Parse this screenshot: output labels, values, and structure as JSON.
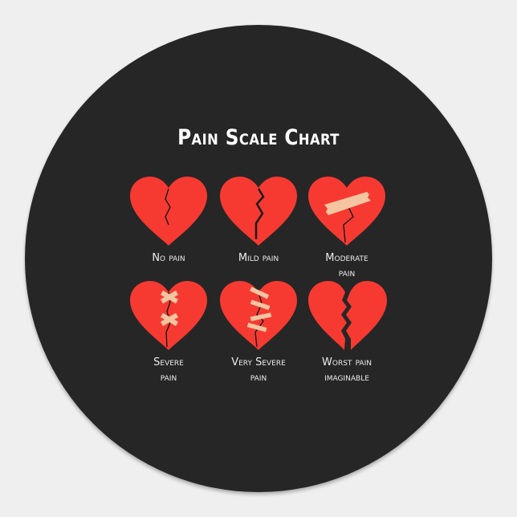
{
  "title": "Pain Scale Chart",
  "colors": {
    "background": "#efefef",
    "sticker": "#262626",
    "heart": "#f63a32",
    "crack": "#1a1a1a",
    "bandage": "#f4c5a0",
    "text": "#ececec"
  },
  "levels": [
    {
      "label": "No pain",
      "icon": "broken-heart-icon"
    },
    {
      "label": "Mild pain",
      "icon": "broken-heart-deep-crack-icon"
    },
    {
      "label": "Moderate\npain",
      "icon": "heart-with-bandage-icon"
    },
    {
      "label": "Severe\npain",
      "icon": "heart-with-cross-bandages-icon"
    },
    {
      "label": "Very Severe\npain",
      "icon": "heart-with-stitched-bandages-icon"
    },
    {
      "label": "Worst pain\nimaginable",
      "icon": "split-heart-icon"
    }
  ]
}
